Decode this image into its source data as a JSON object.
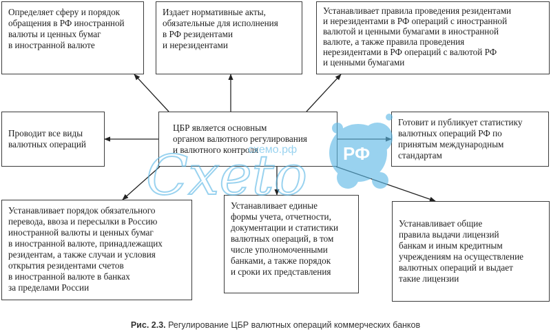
{
  "boxes": {
    "top_left": "Определяет сферу и порядок\nобращения в РФ иностранной\nвалюты и ценных бумаг\nв иностранной валюте",
    "top_center": "Издает нормативные акты,\nобязательные для исполнения\nв РФ резидентами\nи нерезидентами",
    "top_right": "Устанавливает правила проведения резидентами\nи нерезидентами в РФ операций с иностранной\nвалютой и ценными бумагами в иностранной\nвалюте, а также правила проведения\nнерезидентами в РФ операций с валютой РФ\nи ценными бумагами",
    "mid_left": "Проводит все виды\nвалютных операций",
    "center": "ЦБР является основным\nорганом валютного регулирования\nи валютного контроля",
    "mid_right": "Готовит и публикует статистику\nвалютных операций РФ по\nпринятым международным\nстандартам",
    "bottom_left": "Устанавливает порядок обязательного\nперевода, ввоза и пересылки в Россию\nиностранной валюты и ценных бумаг\nв иностранной валюте, принадлежащих\nрезидентам, а также случаи и условия\nоткрытия резидентами счетов\nв иностранной валюте в банках\nза пределами России",
    "bottom_center": "Устанавливает единые\nформы учета, отчетности,\nдокументации и статистики\nвалютных операций, в том\nчисле уполномоченными\nбанками, а также порядок\nи сроки их представления",
    "bottom_right": "Устанавливает общие\nправила выдачи лицензий\nбанкам и иным кредитным\nучреждениям на осуществление\nвалютных операций и выдает\nтакие лицензии"
  },
  "caption": {
    "label": "Рис. 2.3.",
    "text": "Регулирование ЦБР валютных операций коммерческих банков"
  },
  "watermark": {
    "main": "Cxeto",
    "badge": "РФ",
    "url": "схемо.рф",
    "color": "#5bb8e6"
  }
}
